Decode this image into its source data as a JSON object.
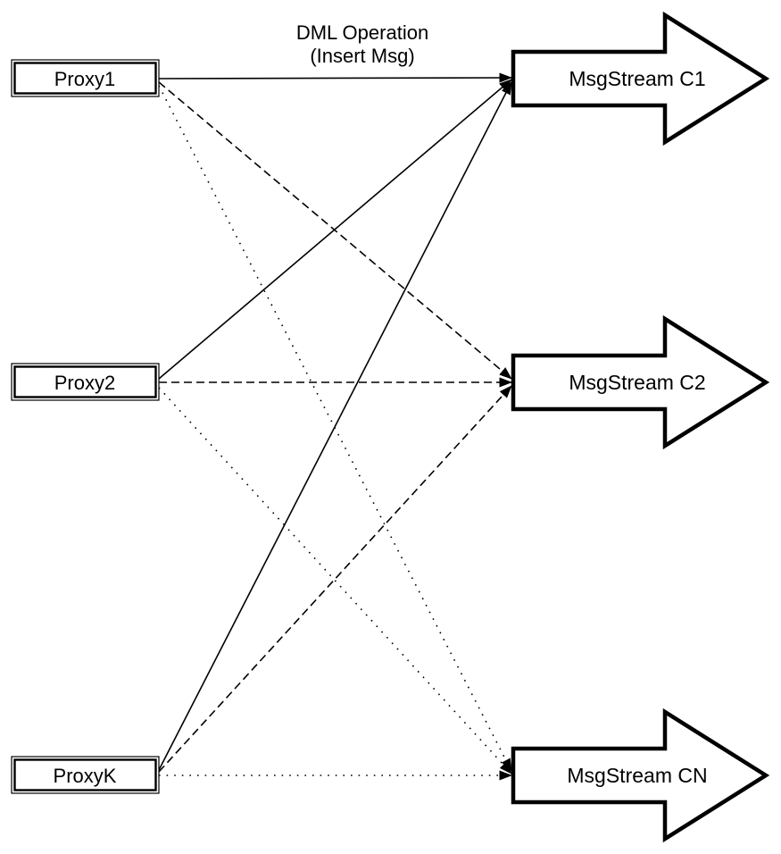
{
  "diagram": {
    "title": {
      "line1": "DML Operation",
      "line2": "(Insert Msg)"
    },
    "proxies": [
      {
        "label": "Proxy1"
      },
      {
        "label": "Proxy2"
      },
      {
        "label": "ProxyK"
      }
    ],
    "streams": [
      {
        "label": "MsgStream C1"
      },
      {
        "label": "MsgStream C2"
      },
      {
        "label": "MsgStream CN"
      }
    ],
    "connections": [
      {
        "from": "Proxy1",
        "to": "MsgStream C1",
        "style": "solid",
        "label": "DML Operation (Insert Msg)"
      },
      {
        "from": "Proxy2",
        "to": "MsgStream C1",
        "style": "solid"
      },
      {
        "from": "ProxyK",
        "to": "MsgStream C1",
        "style": "solid"
      },
      {
        "from": "Proxy1",
        "to": "MsgStream C2",
        "style": "dashed"
      },
      {
        "from": "Proxy2",
        "to": "MsgStream C2",
        "style": "dashed"
      },
      {
        "from": "ProxyK",
        "to": "MsgStream C2",
        "style": "dashed"
      },
      {
        "from": "Proxy1",
        "to": "MsgStream CN",
        "style": "dotted"
      },
      {
        "from": "Proxy2",
        "to": "MsgStream CN",
        "style": "dotted"
      },
      {
        "from": "ProxyK",
        "to": "MsgStream CN",
        "style": "dotted"
      }
    ],
    "colors": {
      "stroke": "#000000",
      "fill": "#ffffff",
      "background": "#ffffff"
    }
  }
}
